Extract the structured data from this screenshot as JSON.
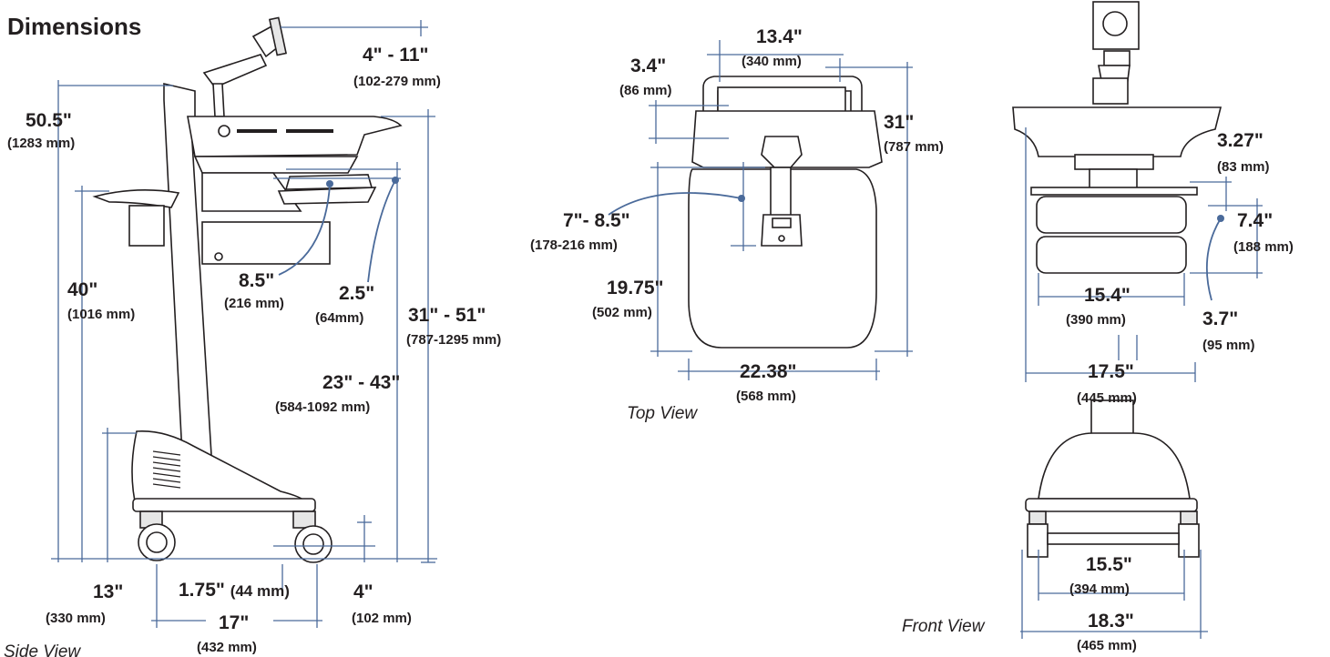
{
  "title": "Dimensions",
  "views": {
    "side": "Side View",
    "top": "Top View",
    "front": "Front View"
  },
  "labels": {
    "monitor_arm": {
      "inch": "4\" - 11\"",
      "mm": "(102-279 mm)"
    },
    "overall_height": {
      "inch": "50.5\"",
      "mm": "(1283 mm)"
    },
    "handle_height": {
      "inch": "40\"",
      "mm": "(1016 mm)"
    },
    "worksurface_range": {
      "inch": "31\" - 51\"",
      "mm": "(787-1295 mm)"
    },
    "keyboard_range": {
      "inch": "23\" - 43\"",
      "mm": "(584-1092 mm)"
    },
    "keyboard_depth": {
      "inch": "8.5\"",
      "mm": "(216 mm)"
    },
    "keyboard_gap": {
      "inch": "2.5\"",
      "mm": "(64mm)"
    },
    "base_height": {
      "inch": "13\"",
      "mm": "(330 mm)"
    },
    "caster_offset": {
      "inch": "1.75\"",
      "mm": "(44 mm)"
    },
    "wheelbase": {
      "inch": "17\"",
      "mm": "(432 mm)"
    },
    "caster_height": {
      "inch": "4\"",
      "mm": "(102 mm)"
    },
    "top_width": {
      "inch": "13.4\"",
      "mm": "(340 mm)"
    },
    "top_handle": {
      "inch": "3.4\"",
      "mm": "(86 mm)"
    },
    "top_depth": {
      "inch": "31\"",
      "mm": "(787 mm)"
    },
    "top_tray": {
      "inch": "7\"- 8.5\"",
      "mm": "(178-216 mm)"
    },
    "top_base_depth": {
      "inch": "19.75\"",
      "mm": "(502 mm)"
    },
    "top_base_width": {
      "inch": "22.38\"",
      "mm": "(568 mm)"
    },
    "front_surface": {
      "inch": "3.27\"",
      "mm": "(83 mm)"
    },
    "front_drawer_stack": {
      "inch": "7.4\"",
      "mm": "(188 mm)"
    },
    "front_drawer": {
      "inch": "3.7\"",
      "mm": "(95 mm)"
    },
    "front_drawer_width": {
      "inch": "15.4\"",
      "mm": "(390 mm)"
    },
    "front_surface_width": {
      "inch": "17.5\"",
      "mm": "(445 mm)"
    },
    "front_caster_inner": {
      "inch": "15.5\"",
      "mm": "(394 mm)"
    },
    "front_caster_outer": {
      "inch": "18.3\"",
      "mm": "(465 mm)"
    }
  }
}
